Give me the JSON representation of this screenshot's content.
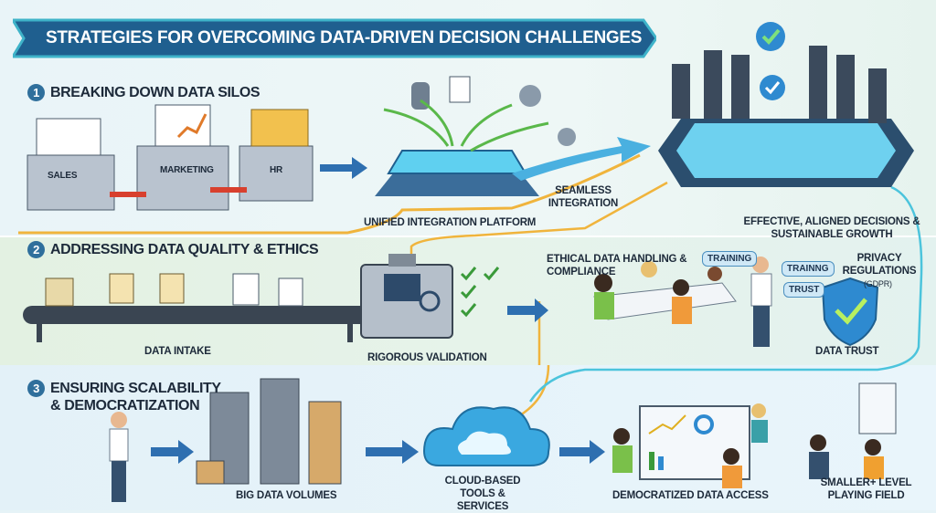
{
  "title": "STRATEGIES FOR OVERCOMING DATA-DRIVEN DECISION CHALLENGES",
  "sections": [
    {
      "number": "1",
      "heading": "BREAKING DOWN DATA SILOS"
    },
    {
      "number": "2",
      "heading": "ADDRESSING DATA QUALITY & ETHICS"
    },
    {
      "number": "3",
      "heading": "ENSURING SCALABILITY & DEMOCRATIZATION"
    }
  ],
  "section1": {
    "silos": [
      "SALES",
      "MARKETING",
      "HR"
    ],
    "platform_label": "UNIFIED INTEGRATION PLATFORM",
    "integration_label": "SEAMLESS INTEGRATION",
    "outcome_label": "EFFECTIVE, ALIGNED DECISIONS & SUSTAINABLE GROWTH"
  },
  "section2": {
    "intake_label": "DATA INTAKE",
    "validation_label": "RIGOROUS VALIDATION",
    "ethics_label": "ETHICAL DATA HANDLING & COMPLIANCE",
    "bubbles": [
      "TRAINING",
      "TRAINNG",
      "TRUST"
    ],
    "privacy_label": "PRIVACY REGULATIONS",
    "privacy_sub": "(GDPR)",
    "trust_label": "DATA TRUST"
  },
  "section3": {
    "volumes_label": "BIG DATA VOLUMES",
    "cloud_label": "CLOUD-BASED TOOLS & SERVICES",
    "access_label": "DEMOCRATIZED DATA ACCESS",
    "field_label": "SMALLER+ LEVEL PLAYING FIELD"
  },
  "colors": {
    "banner": "#1f5f8f",
    "banner_edge": "#3fb3c9",
    "accent": "#2f6f9c",
    "arrow": "#2e6fb0",
    "flow_yellow": "#f0b43c",
    "flow_cyan": "#4cc4dc"
  }
}
